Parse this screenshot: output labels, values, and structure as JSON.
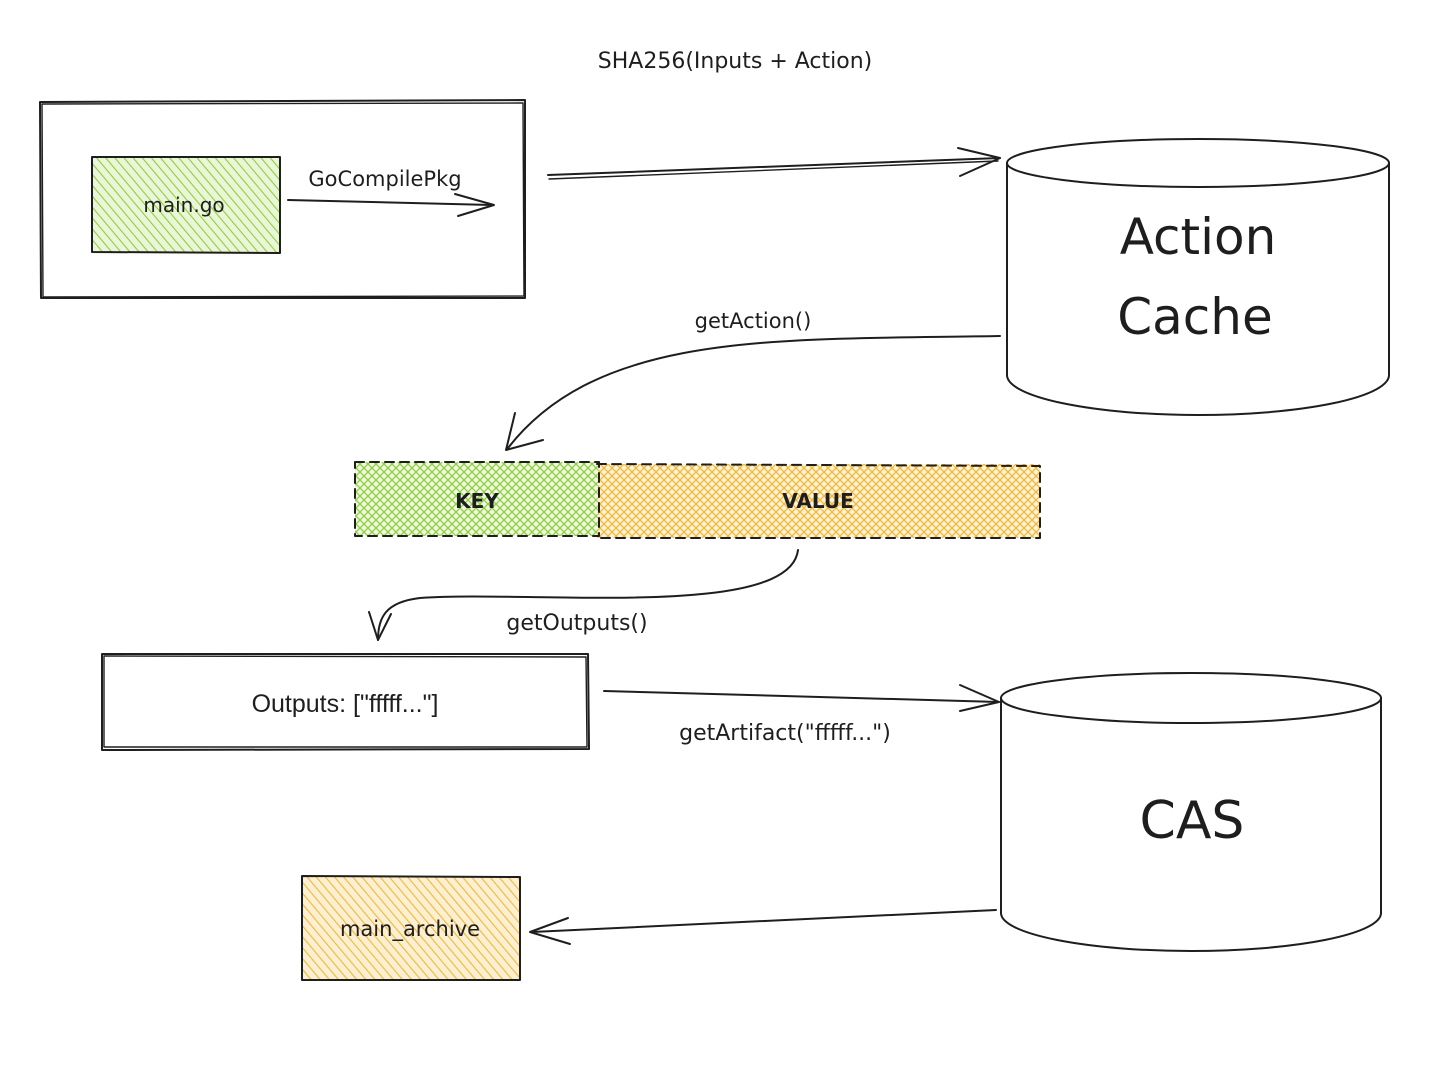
{
  "title": "SHA256(Inputs + Action)",
  "source": {
    "file_label": "main.go",
    "action_label": "GoCompilePkg"
  },
  "action_cache": {
    "line1": "Action",
    "line2": "Cache"
  },
  "get_action_label": "getAction()",
  "key_label": "KEY",
  "value_label": "VALUE",
  "get_outputs_label": "getOutputs()",
  "outputs_label": "Outputs: [\"fffff...\"]",
  "get_artifact_label": "getArtifact(\"fffff...\")",
  "cas_label": "CAS",
  "archive_label": "main_archive",
  "colors": {
    "green_fill": "#8fce3f",
    "yellow_fill": "#f2b936",
    "stroke": "#1e1e1e"
  }
}
